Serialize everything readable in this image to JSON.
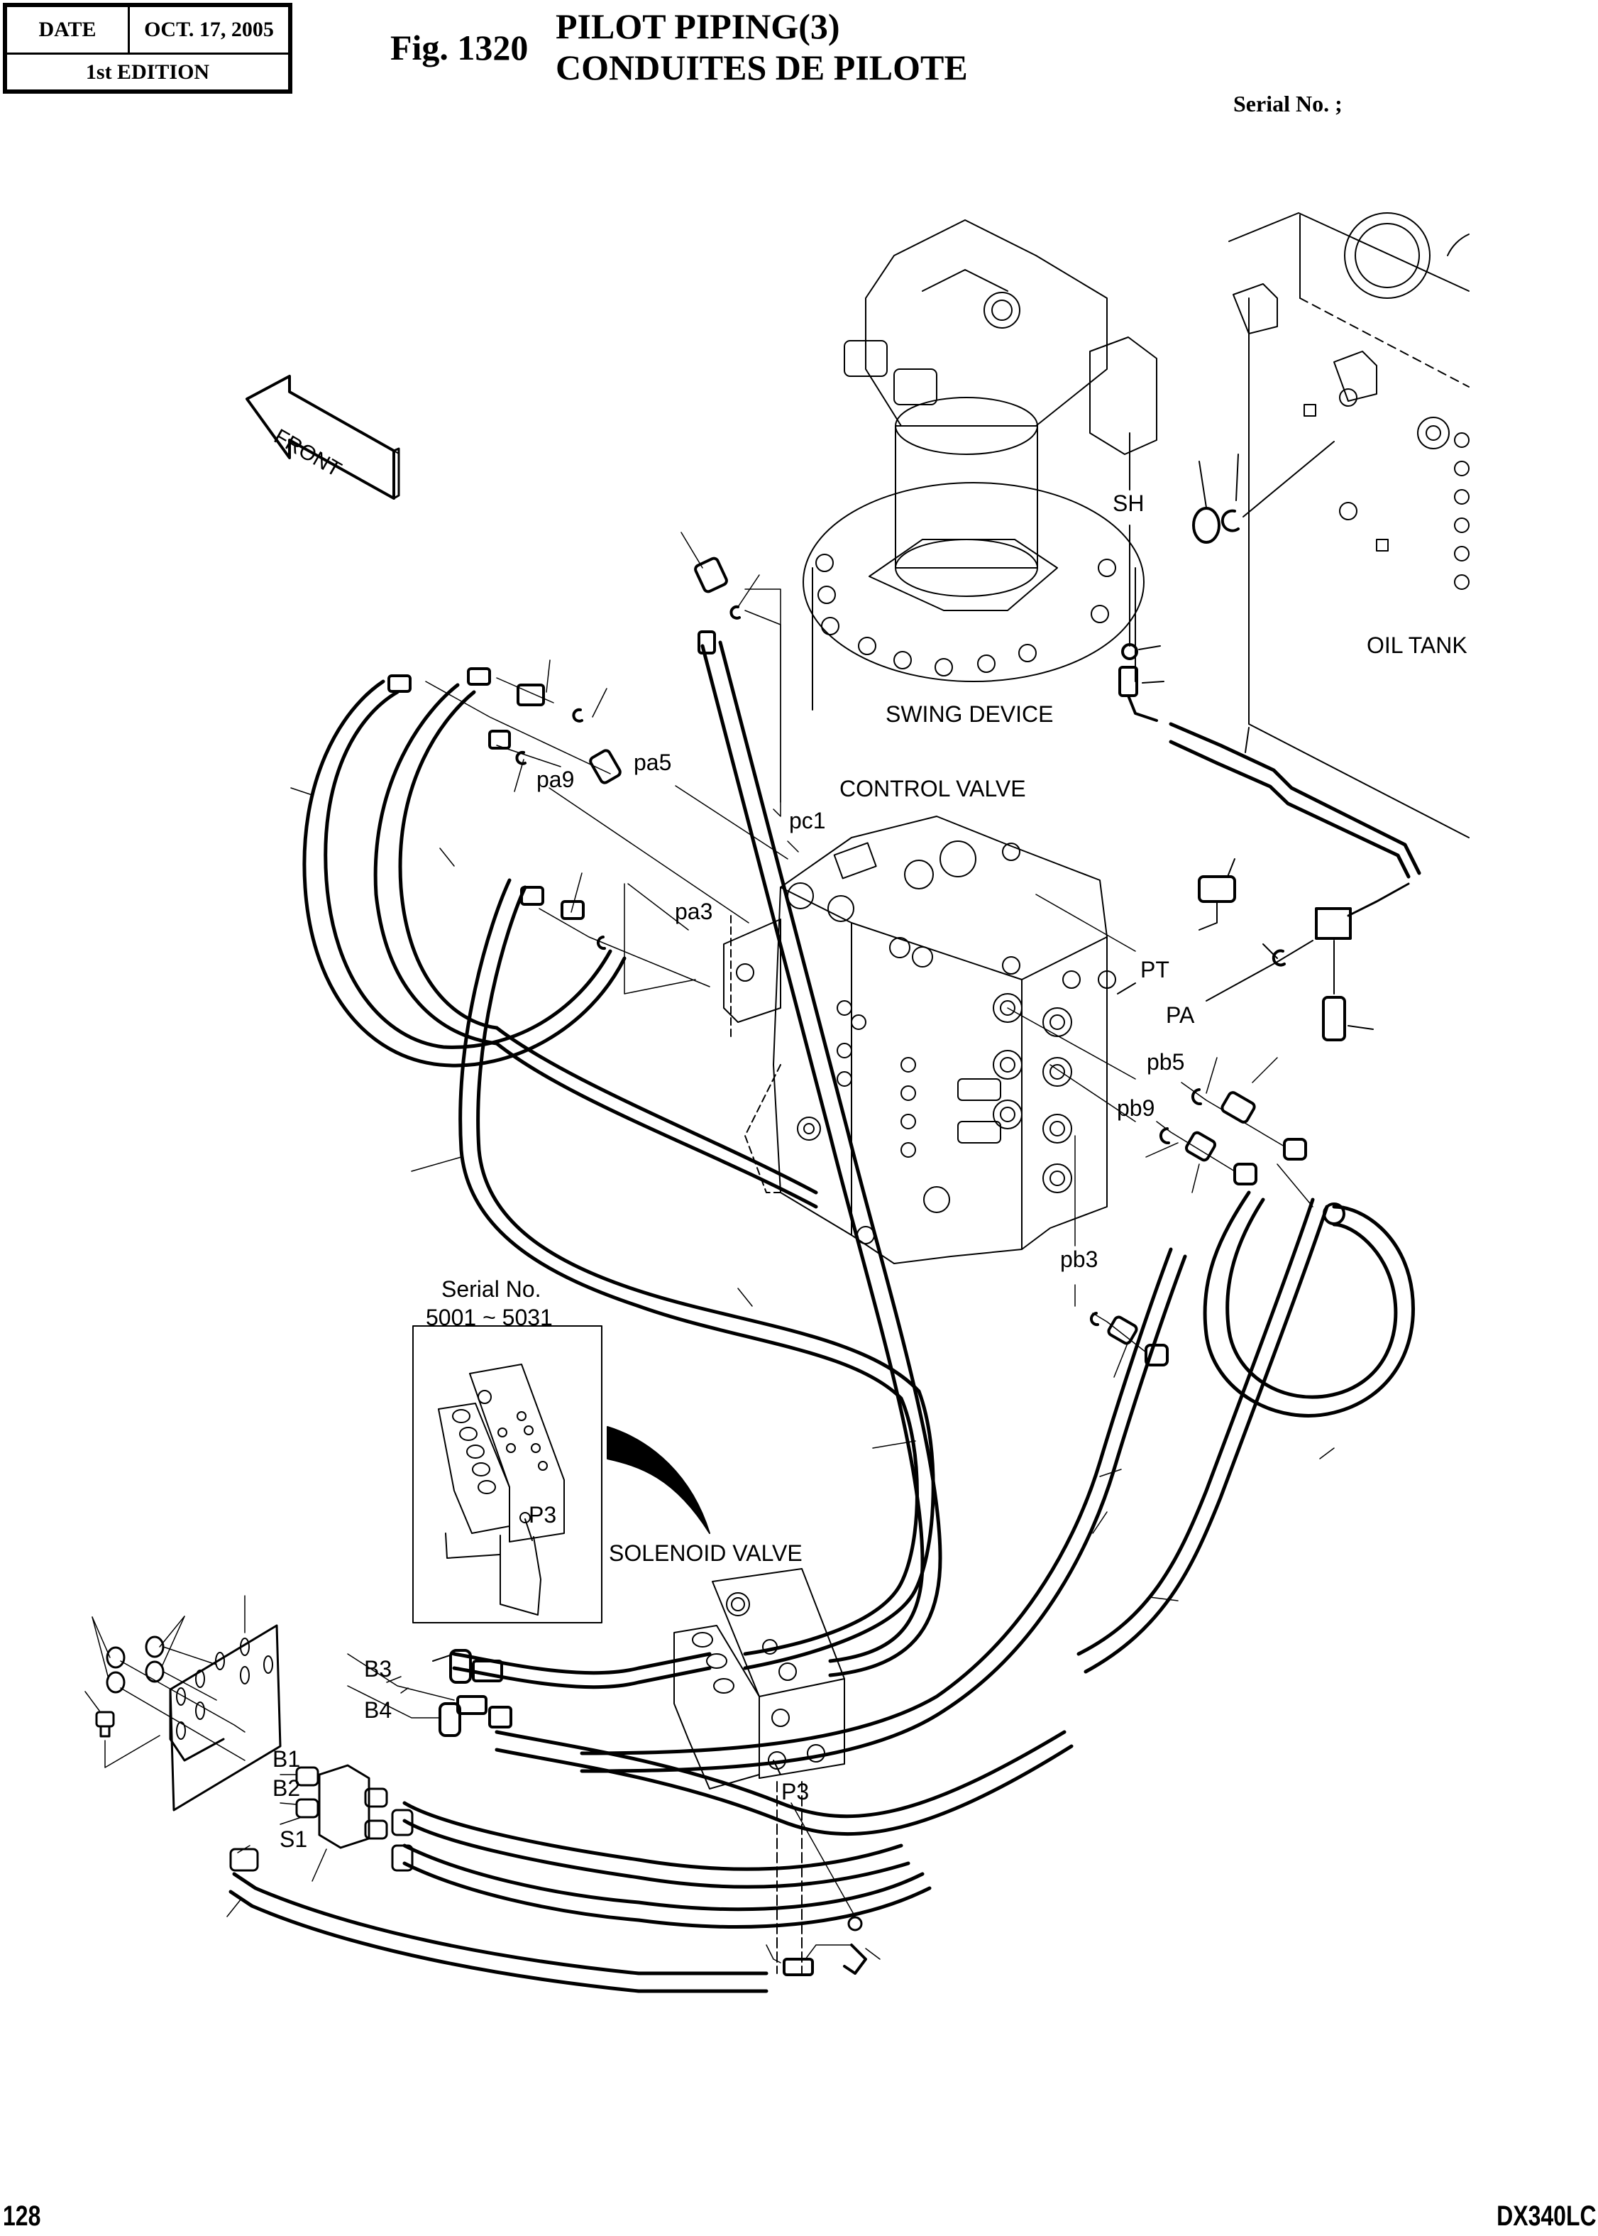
{
  "header": {
    "date_label": "DATE",
    "date_value": "OCT. 17, 2005",
    "edition": "1st EDITION",
    "figure_number": "Fig. 1320",
    "title_en": "PILOT PIPING(3)",
    "title_fr": "CONDUITES DE PILOTE",
    "serial_label": "Serial No. ;"
  },
  "footer": {
    "page_number": "128",
    "model": "DX340LC"
  },
  "diagram": {
    "front_arrow": "FRONT",
    "components": {
      "swing_device": "SWING DEVICE",
      "oil_tank": "OIL TANK",
      "control_valve": "CONTROL VALVE",
      "solenoid_valve": "SOLENOID VALVE"
    },
    "inset": {
      "serial_label": "Serial No.",
      "serial_range": "5001 ~ 5031",
      "port": "P3"
    },
    "ports": {
      "SH": "SH",
      "pa5": "pa5",
      "pa9": "pa9",
      "pc1": "pc1",
      "pa3": "pa3",
      "PT": "PT",
      "PA": "PA",
      "pb5": "pb5",
      "pb9": "pb9",
      "pb3": "pb3",
      "B3": "B3",
      "B4": "B4",
      "B1": "B1",
      "B2": "B2",
      "S1": "S1",
      "P3": "P3"
    }
  }
}
